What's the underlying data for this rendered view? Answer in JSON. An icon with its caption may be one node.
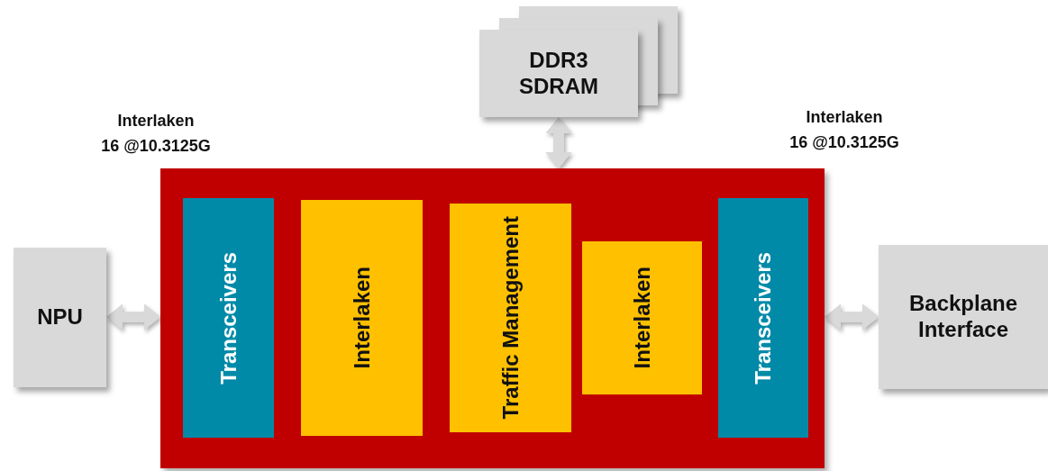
{
  "diagram": {
    "nodes": [
      {
        "text": [
          "DDR3 SDRAM"
        ]
      },
      {
        "text": [
          "NPU"
        ]
      },
      {
        "text": [],
        "shape": "box"
      },
      {
        "text": [
          "Transceivers"
        ],
        "in": 2
      },
      {
        "text": [
          "Interlaken"
        ],
        "in": 2
      },
      {
        "text": [
          "Traffic Management"
        ],
        "in": 2
      },
      {
        "text": [
          "Interlaken"
        ],
        "in": 2
      },
      {
        "text": [
          "Transceivers"
        ],
        "in": 2
      },
      {
        "text": [
          "Backplane Interface"
        ]
      }
    ],
    "edges": [
      {
        "from": 0,
        "to": 2,
        "arrow": "both"
      },
      {
        "from": 1,
        "to": 2,
        "arrow": "both"
      },
      {
        "from": 7,
        "to": 8,
        "arrow": "both"
      }
    ],
    "labels": [
      "Interlaken",
      "16 @10.3125G",
      "Interlaken",
      "16 @10.3125G"
    ]
  }
}
